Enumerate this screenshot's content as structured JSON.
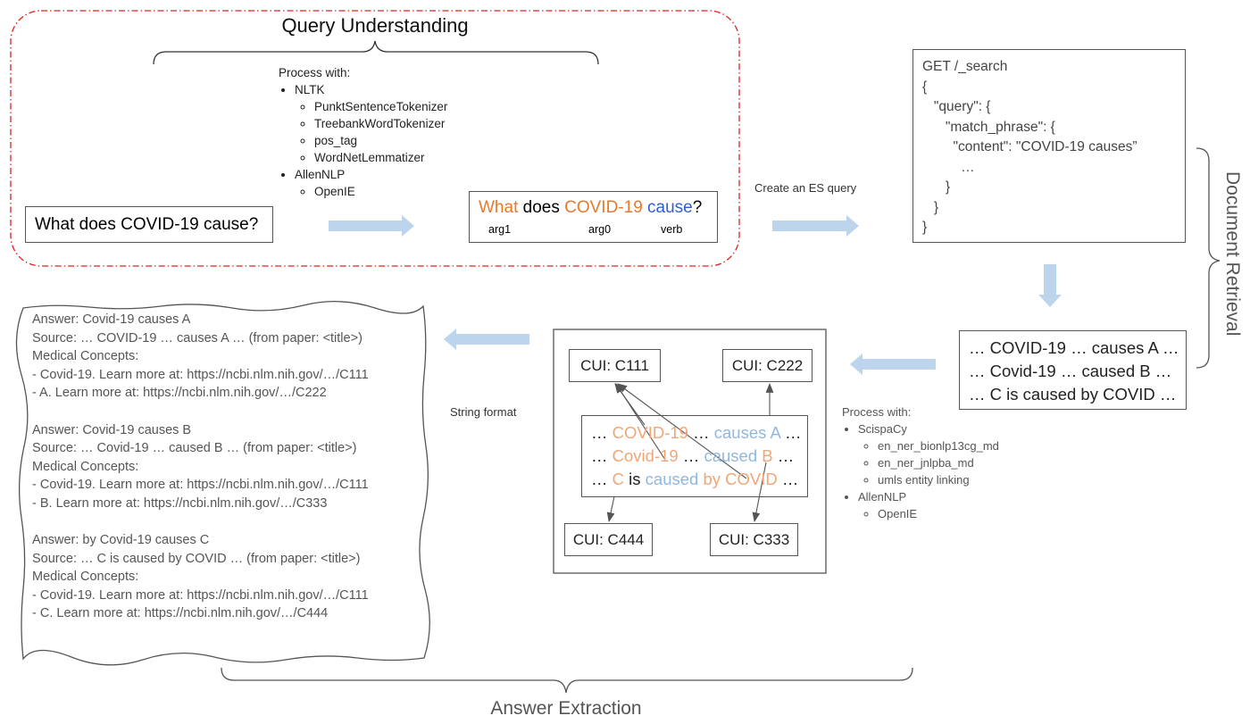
{
  "query_understanding": {
    "title": "Query Understanding",
    "process_with": "Process with:",
    "tools": [
      {
        "name": "NLTK",
        "subs": [
          "PunktSentenceTokenizer",
          "TreebankWordTokenizer",
          "pos_tag",
          "WordNetLemmatizer"
        ]
      },
      {
        "name": "AllenNLP",
        "subs": [
          "OpenIE"
        ]
      }
    ],
    "question": "What does COVID-19 cause?",
    "srl": {
      "w1": "What",
      "w2": " does ",
      "w3": "COVID-19",
      "w4": " ",
      "w5": "cause",
      "w6": "?",
      "arg1": "arg1",
      "arg0": "arg0",
      "verb": "verb"
    }
  },
  "es_query": {
    "label": "Create an ES query",
    "lines": [
      "GET /_search",
      "{",
      "   \"query\": {",
      "      \"match_phrase\": {",
      "        \"content\": \"COVID-19 causes”",
      "          …",
      "      }",
      "   }",
      "}"
    ]
  },
  "document_retrieval": {
    "title": "Document Retrieval",
    "results": [
      "… COVID-19 … causes A …",
      "… Covid-19 … caused B …",
      "… C is caused by COVID …"
    ]
  },
  "entity_linking": {
    "process_with": "Process with:",
    "tools": [
      {
        "name": "ScispaCy",
        "subs": [
          "en_ner_bionlp13cg_md",
          "en_ner_jnlpba_md",
          "umls entity linking"
        ]
      },
      {
        "name": "AllenNLP",
        "subs": [
          "OpenIE"
        ]
      }
    ],
    "cuis": {
      "c111": "CUI: C111",
      "c222": "CUI: C222",
      "c444": "CUI: C444",
      "c333": "CUI: C333"
    },
    "sentences": {
      "s1": {
        "a": "… ",
        "b": "COVID-19",
        "c": " … ",
        "d": "causes A",
        "e": " …"
      },
      "s2": {
        "a": "… ",
        "b": "Covid-19",
        "c": " … ",
        "d": "caused",
        "e": " ",
        "f": "B",
        "g": " …"
      },
      "s3": {
        "a": "… ",
        "b": "C",
        "c": " is ",
        "d": "caused",
        "e": " ",
        "f": "by COVID",
        "g": " …"
      }
    }
  },
  "string_format": "String format",
  "answer_extraction": {
    "title": "Answer Extraction",
    "blocks": [
      [
        "Answer: Covid-19 causes A",
        "Source: … COVID-19 … causes A … (from paper: <title>)",
        "Medical Concepts:",
        "- Covid-19. Learn more at: https://ncbi.nlm.nih.gov/…/C111",
        "- A. Learn more at: https://ncbi.nlm.nih.gov/…/C222"
      ],
      [
        "Answer: Covid-19 causes B",
        "Source: … Covid-19 … caused B … (from paper: <title>)",
        "Medical Concepts:",
        "- Covid-19. Learn more at: https://ncbi.nlm.nih.gov/…/C111",
        "- B. Learn more at: https://ncbi.nlm.nih.gov/…/C333"
      ],
      [
        "Answer: by Covid-19 causes C",
        "Source: … C is caused by COVID … (from paper: <title>)",
        "Medical Concepts:",
        "- Covid-19. Learn more at: https://ncbi.nlm.nih.gov/…/C111",
        "- C. Learn more at: https://ncbi.nlm.nih.gov/…/C444"
      ]
    ]
  },
  "colors": {
    "highlight_orange": "#e8792b",
    "light_orange": "#f0a676",
    "verb_blue": "#2d5fcf",
    "light_blue": "#8fb8e0",
    "dash_red": "#e0201f",
    "arrow_fill": "#bcd5ec"
  }
}
